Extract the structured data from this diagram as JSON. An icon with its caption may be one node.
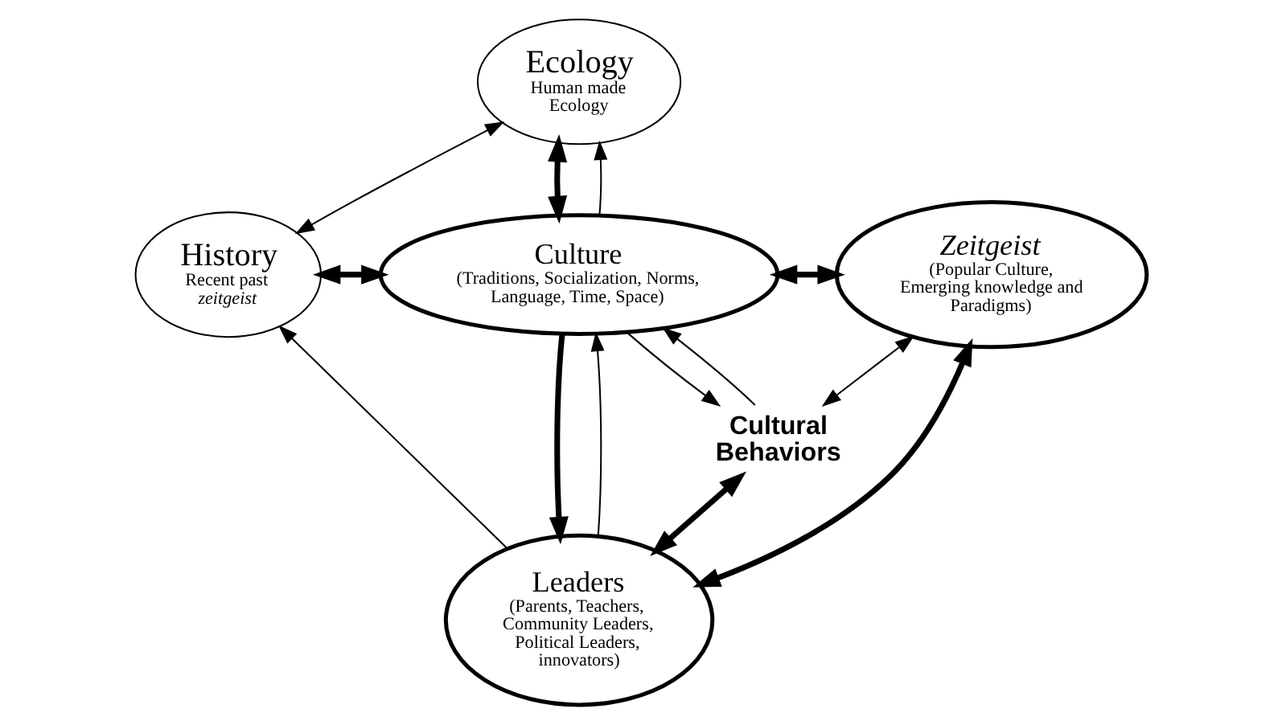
{
  "diagram": {
    "nodes": [
      {
        "text": [
          "Ecology",
          "Human made Ecology"
        ]
      },
      {
        "text": [
          "History",
          "Recent past *zeitgeist*"
        ]
      },
      {
        "text": [
          "Culture",
          "(Traditions, Socialization, Norms, Language, Time, Space)"
        ]
      },
      {
        "text": [
          "Zeitgeist",
          "(Popular Culture, Emerging knowledge and Paradigms)"
        ]
      },
      {
        "text": [
          "Cultural Behaviors"
        ]
      },
      {
        "text": [
          "Leaders",
          "(Parents, Teachers, Community Leaders, Political Leaders, innovators)"
        ]
      }
    ],
    "edges": [
      {
        "from": 0,
        "to": 2,
        "arrow": "both",
        "style": "thick"
      },
      {
        "from": 2,
        "to": 0,
        "arrow": "to"
      },
      {
        "from": 0,
        "to": 1,
        "arrow": "both"
      },
      {
        "from": 1,
        "to": 2,
        "arrow": "both",
        "style": "thick"
      },
      {
        "from": 2,
        "to": 3,
        "arrow": "both",
        "style": "thick"
      },
      {
        "from": 2,
        "to": 4,
        "arrow": "to"
      },
      {
        "from": 4,
        "to": 2,
        "arrow": "to"
      },
      {
        "from": 3,
        "to": 4,
        "arrow": "both"
      },
      {
        "from": 4,
        "to": 5,
        "arrow": "both",
        "style": "thick"
      },
      {
        "from": 3,
        "to": 5,
        "arrow": "both",
        "style": "thick"
      },
      {
        "from": 2,
        "to": 5,
        "arrow": "to",
        "style": "thick"
      },
      {
        "from": 5,
        "to": 2,
        "arrow": "to"
      },
      {
        "from": 5,
        "to": 1,
        "arrow": "to"
      }
    ]
  }
}
